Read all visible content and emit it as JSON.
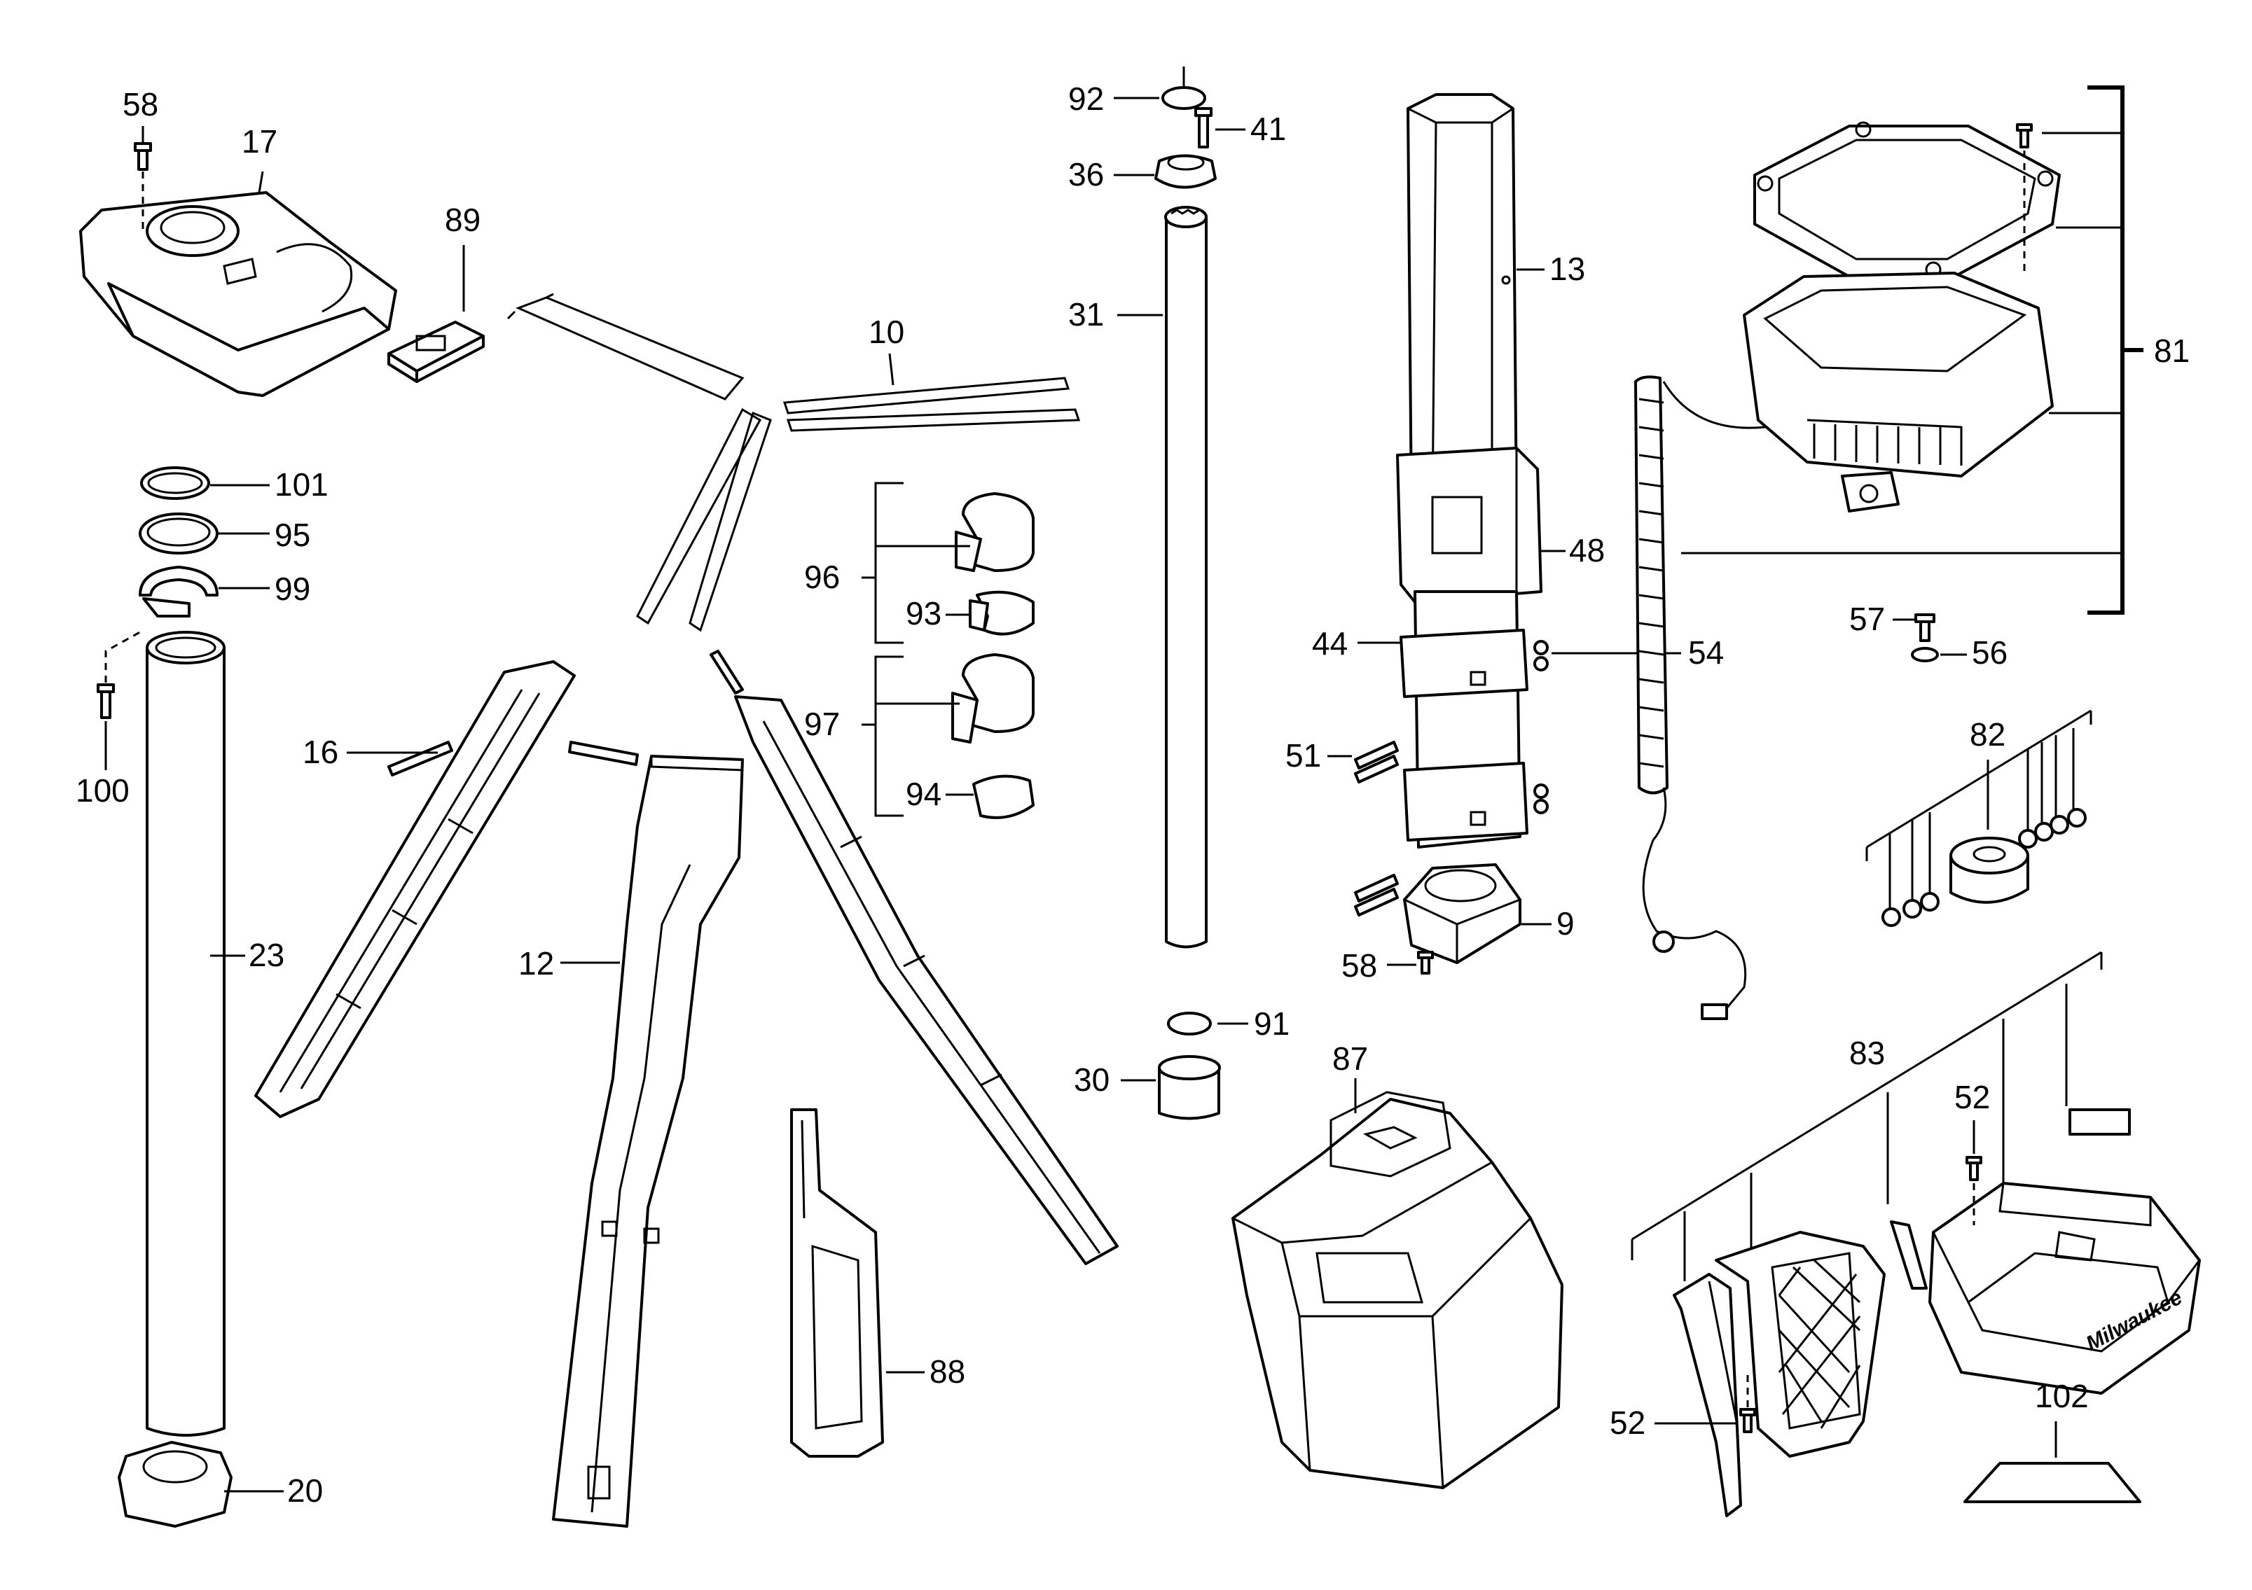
{
  "labels": {
    "l58a": "58",
    "l17": "17",
    "l89": "89",
    "l10": "10",
    "l101": "101",
    "l95": "95",
    "l99": "99",
    "l100": "100",
    "l23": "23",
    "l20": "20",
    "l16": "16",
    "l12": "12",
    "l96": "96",
    "l93": "93",
    "l97": "97",
    "l94": "94",
    "l92": "92",
    "l41": "41",
    "l36": "36",
    "l31": "31",
    "l91": "91",
    "l30": "30",
    "l88": "88",
    "l87": "87",
    "l13": "13",
    "l48": "48",
    "l44": "44",
    "l54": "54",
    "l51": "51",
    "l9": "9",
    "l58b": "58",
    "l81": "81",
    "l57": "57",
    "l56": "56",
    "l82": "82",
    "l83": "83",
    "l52a": "52",
    "l52b": "52",
    "l102": "102"
  },
  "logo_text": "Milwaukee",
  "colors": {
    "line": "#000000",
    "background": "#ffffff"
  }
}
